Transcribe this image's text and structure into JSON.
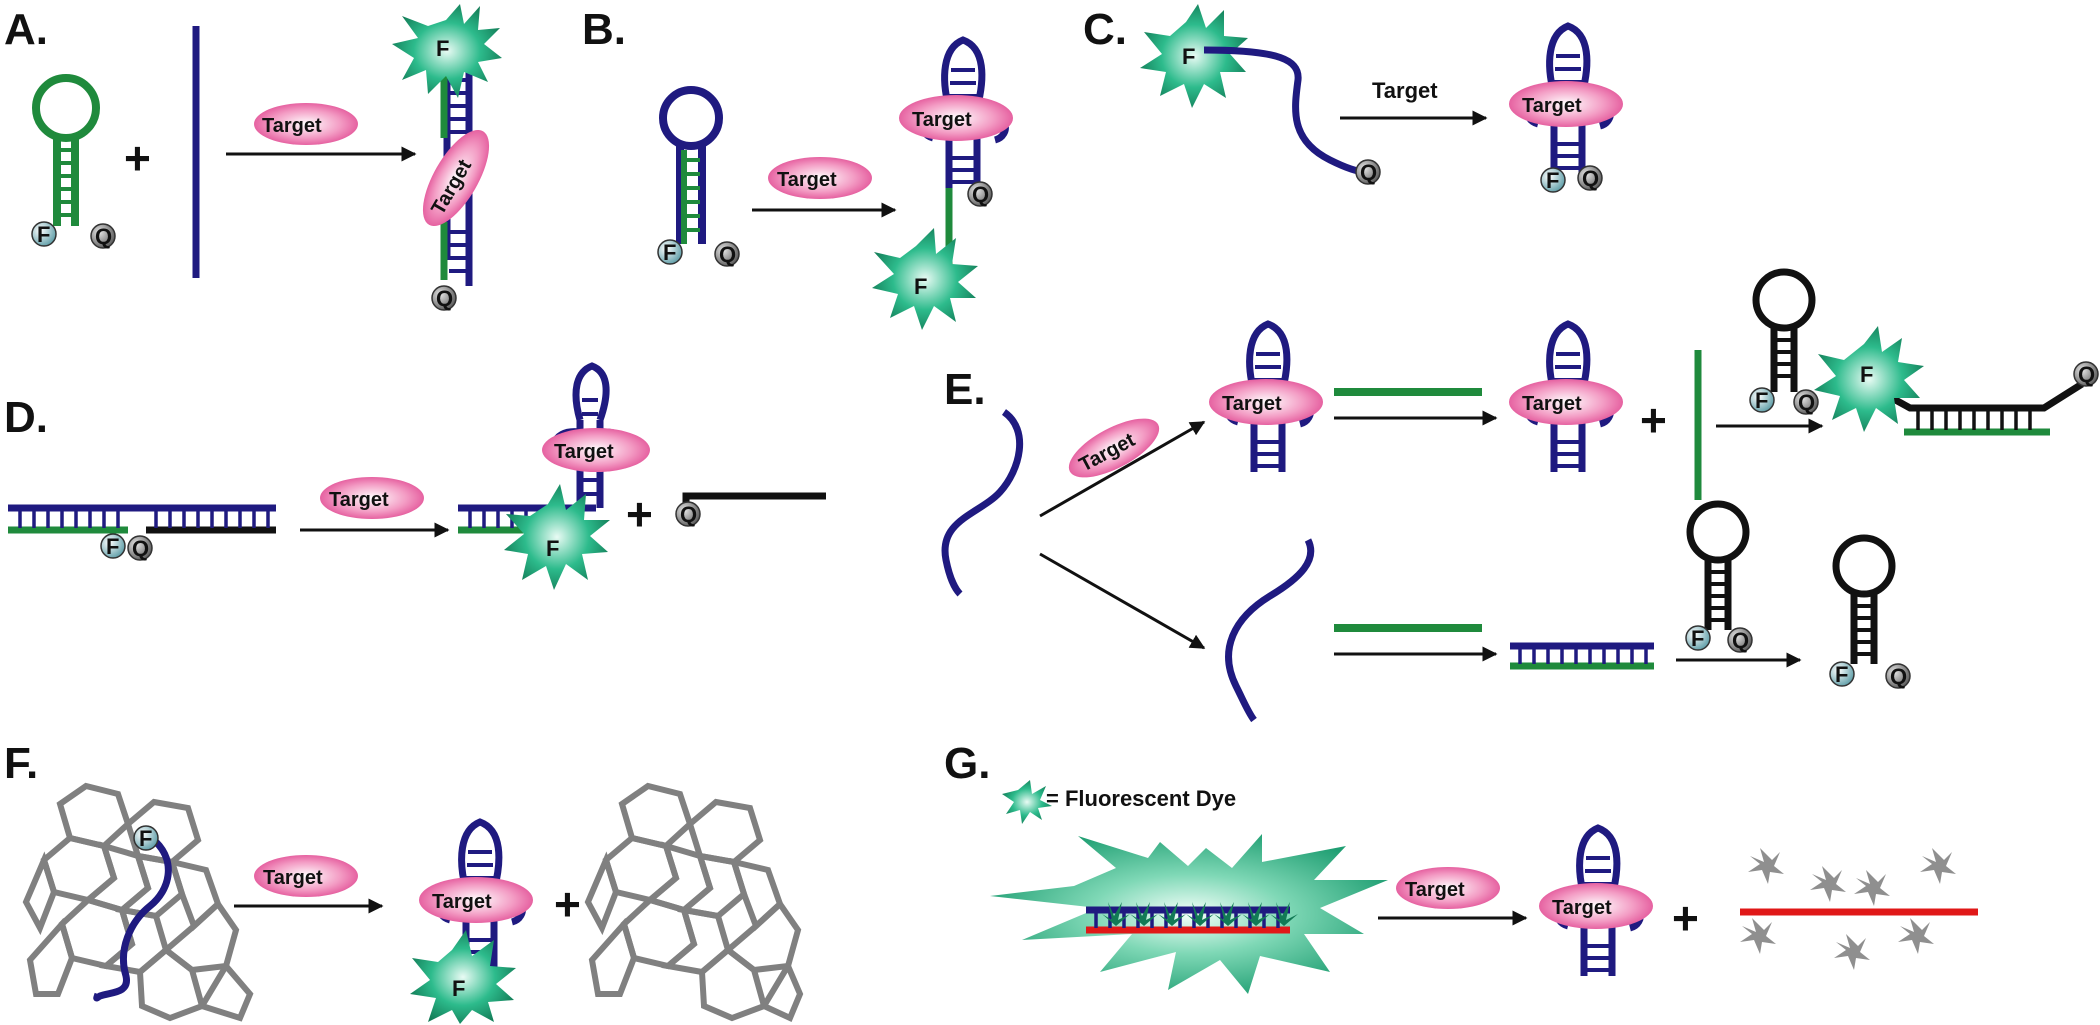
{
  "panels": {
    "a": "A.",
    "b": "B.",
    "c": "C.",
    "d": "D.",
    "e": "E.",
    "f": "F.",
    "g": "G."
  },
  "labels": {
    "target": "Target",
    "fluorophore": "F",
    "quencher": "Q",
    "plus": "+"
  },
  "legend": {
    "fluorescent_dye": "= Fluorescent Dye"
  },
  "colors": {
    "probe_green": "#1f8a3c",
    "aptamer_navy": "#1f1a80",
    "quencher_black": "#111111",
    "target_pink": "#e8559a",
    "dye_teal": "#1aa37a",
    "graphene_gray": "#808080",
    "strand_red": "#e01818"
  }
}
